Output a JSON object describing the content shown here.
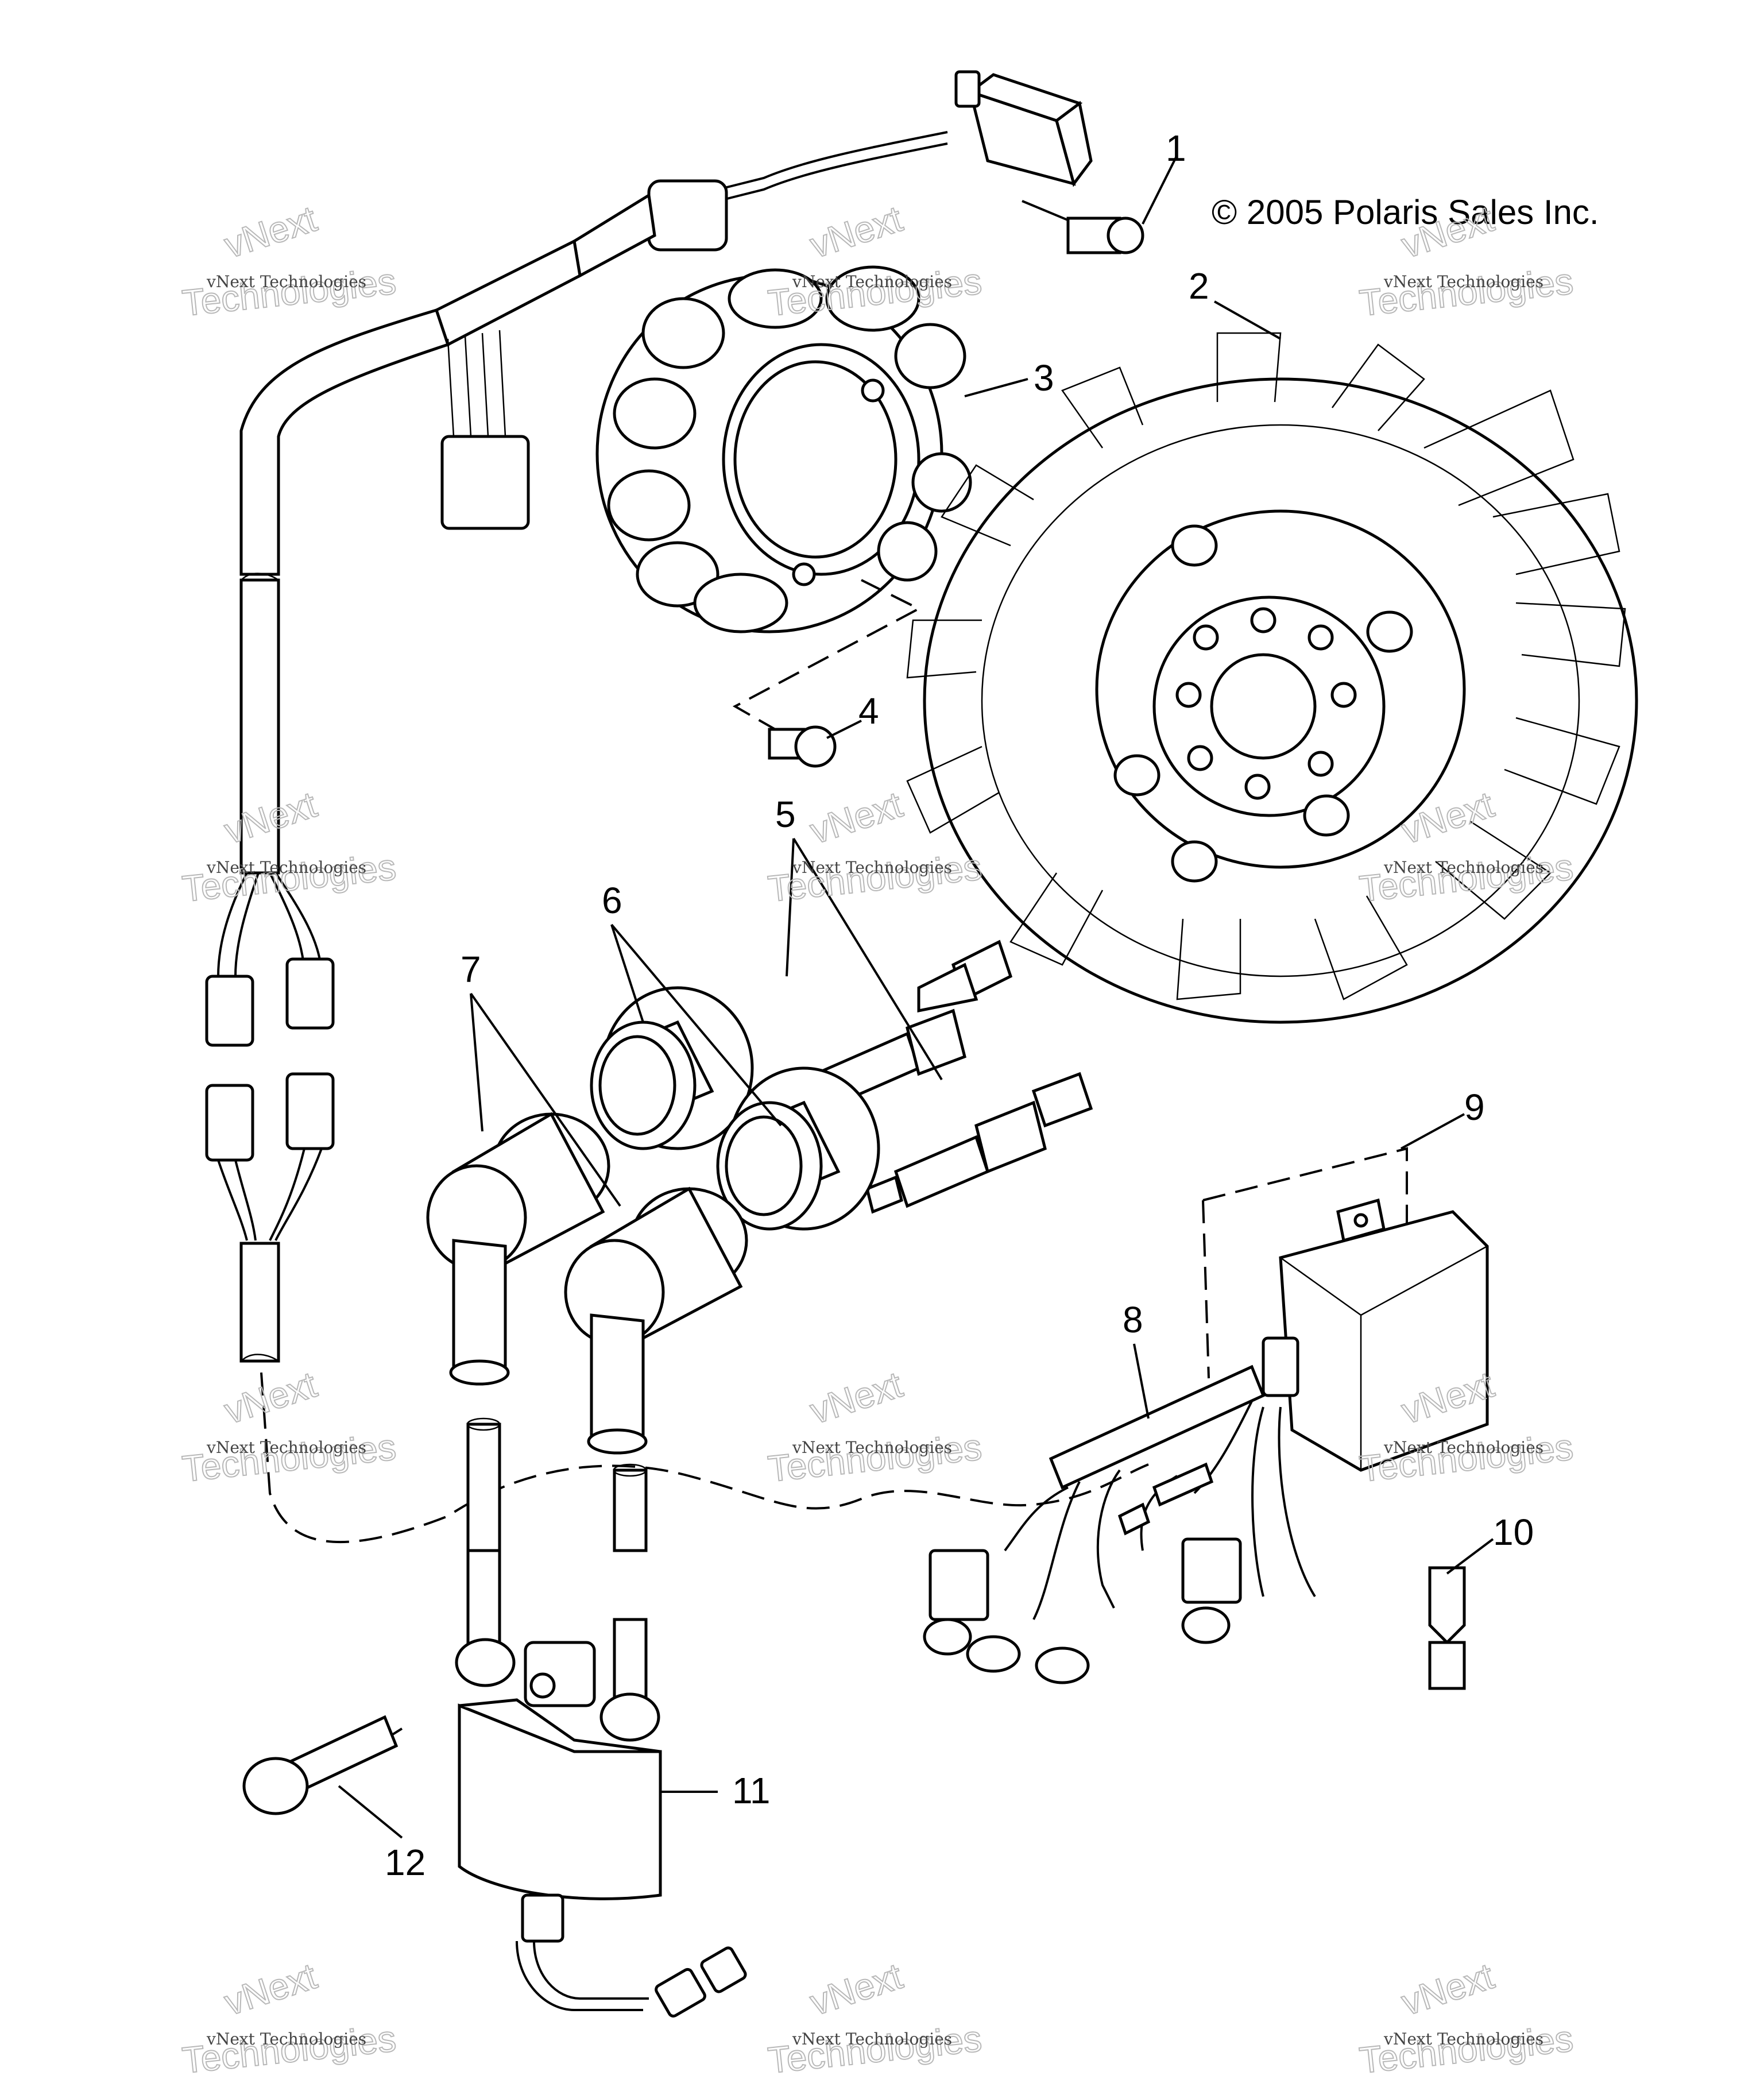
{
  "copyright": "© 2005 Polaris Sales Inc.",
  "watermark": {
    "line1": "vNext",
    "line2": "Technologies",
    "small": "vNext Technologies"
  },
  "callouts": [
    "1",
    "2",
    "3",
    "4",
    "5",
    "6",
    "7",
    "8",
    "9",
    "10",
    "11",
    "12"
  ]
}
